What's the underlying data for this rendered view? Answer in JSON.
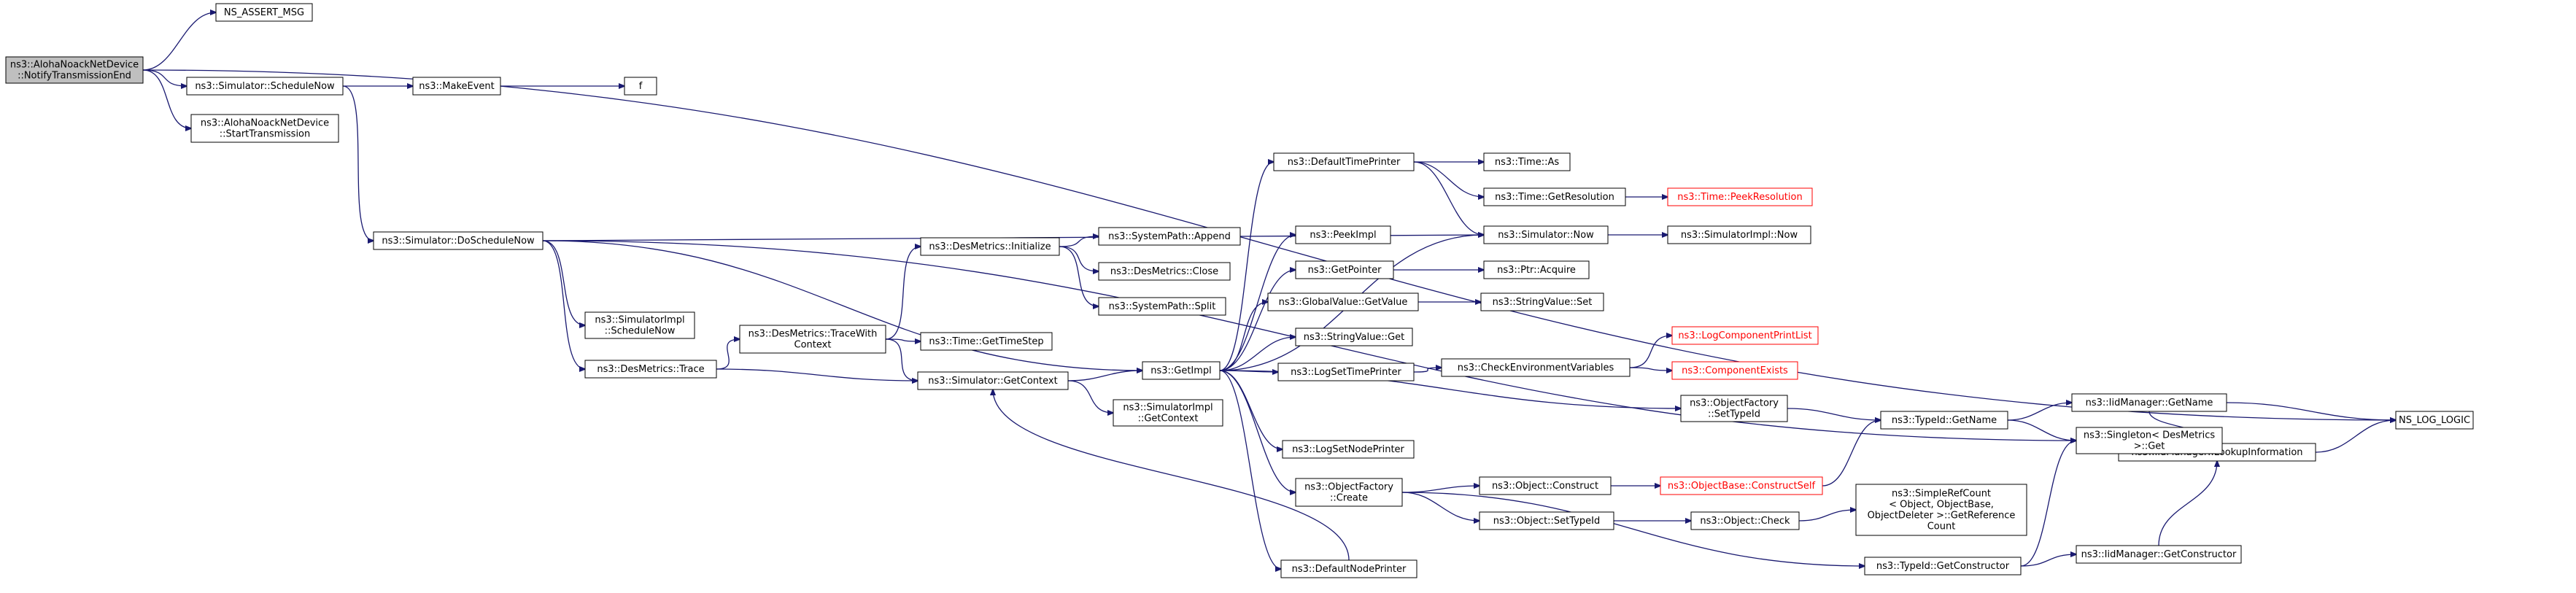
{
  "colors": {
    "edge": "#191970",
    "node_border": "#000000",
    "truncated_border": "#ff0000",
    "root_fill": "#bfbfbf"
  },
  "nodes": [
    {
      "id": "root",
      "lines": [
        "ns3::AlohaNoackNetDevice",
        "::NotifyTransmissionEnd"
      ],
      "root": true
    },
    {
      "id": "ns_assert_msg",
      "lines": [
        "NS_ASSERT_MSG"
      ]
    },
    {
      "id": "sim_schedulenow",
      "lines": [
        "ns3::Simulator::ScheduleNow"
      ]
    },
    {
      "id": "aloha_starttx",
      "lines": [
        "ns3::AlohaNoackNetDevice",
        "::StartTransmission"
      ]
    },
    {
      "id": "makeevent",
      "lines": [
        "ns3::MakeEvent"
      ]
    },
    {
      "id": "f",
      "lines": [
        "f"
      ]
    },
    {
      "id": "ns_log_logic",
      "lines": [
        "NS_LOG_LOGIC"
      ]
    },
    {
      "id": "sim_doschedulenow",
      "lines": [
        "ns3::Simulator::DoScheduleNow"
      ]
    },
    {
      "id": "simimpl_schedulenow",
      "lines": [
        "ns3::SimulatorImpl",
        "::ScheduleNow"
      ]
    },
    {
      "id": "desmetrics_trace",
      "lines": [
        "ns3::DesMetrics::Trace"
      ]
    },
    {
      "id": "desmetrics_tracewithcontext",
      "lines": [
        "ns3::DesMetrics::TraceWith",
        "Context"
      ]
    },
    {
      "id": "desmetrics_initialize",
      "lines": [
        "ns3::DesMetrics::Initialize"
      ]
    },
    {
      "id": "systempath_append",
      "lines": [
        "ns3::SystemPath::Append"
      ]
    },
    {
      "id": "desmetrics_close",
      "lines": [
        "ns3::DesMetrics::Close"
      ]
    },
    {
      "id": "systempath_split",
      "lines": [
        "ns3::SystemPath::Split"
      ]
    },
    {
      "id": "time_gettimestep",
      "lines": [
        "ns3::Time::GetTimeStep"
      ]
    },
    {
      "id": "sim_getcontext",
      "lines": [
        "ns3::Simulator::GetContext"
      ]
    },
    {
      "id": "simimpl_getcontext",
      "lines": [
        "ns3::SimulatorImpl",
        "::GetContext"
      ]
    },
    {
      "id": "getimpl",
      "lines": [
        "ns3::GetImpl"
      ]
    },
    {
      "id": "defaulttimeprinter",
      "lines": [
        "ns3::DefaultTimePrinter"
      ]
    },
    {
      "id": "time_as",
      "lines": [
        "ns3::Time::As"
      ]
    },
    {
      "id": "time_getresolution",
      "lines": [
        "ns3::Time::GetResolution"
      ]
    },
    {
      "id": "time_peekresolution",
      "lines": [
        "ns3::Time::PeekResolution"
      ],
      "truncated": true
    },
    {
      "id": "peekimpl",
      "lines": [
        "ns3::PeekImpl"
      ]
    },
    {
      "id": "sim_now",
      "lines": [
        "ns3::Simulator::Now"
      ]
    },
    {
      "id": "simimpl_now",
      "lines": [
        "ns3::SimulatorImpl::Now"
      ]
    },
    {
      "id": "getpointer",
      "lines": [
        "ns3::GetPointer"
      ]
    },
    {
      "id": "ptr_acquire",
      "lines": [
        "ns3::Ptr::Acquire"
      ]
    },
    {
      "id": "globalvalue_getvalue",
      "lines": [
        "ns3::GlobalValue::GetValue"
      ]
    },
    {
      "id": "stringvalue_set",
      "lines": [
        "ns3::StringValue::Set"
      ]
    },
    {
      "id": "stringvalue_get",
      "lines": [
        "ns3::StringValue::Get"
      ]
    },
    {
      "id": "logsettimeprinter",
      "lines": [
        "ns3::LogSetTimePrinter"
      ]
    },
    {
      "id": "checkenvvars",
      "lines": [
        "ns3::CheckEnvironmentVariables"
      ]
    },
    {
      "id": "logcomponentprintlist",
      "lines": [
        "ns3::LogComponentPrintList"
      ],
      "truncated": true
    },
    {
      "id": "componentexists",
      "lines": [
        "ns3::ComponentExists"
      ],
      "truncated": true
    },
    {
      "id": "objectfactory_settypeid",
      "lines": [
        "ns3::ObjectFactory",
        "::SetTypeId"
      ]
    },
    {
      "id": "typeid_getname",
      "lines": [
        "ns3::TypeId::GetName"
      ]
    },
    {
      "id": "iidmanager_getname",
      "lines": [
        "ns3::IidManager::GetName"
      ]
    },
    {
      "id": "iidmanager_lookupinfo",
      "lines": [
        "ns3::IidManager::LookupInformation"
      ]
    },
    {
      "id": "singleton_get",
      "lines": [
        "ns3::Singleton< DesMetrics",
        " >::Get"
      ]
    },
    {
      "id": "logsetnodeprinter",
      "lines": [
        "ns3::LogSetNodePrinter"
      ]
    },
    {
      "id": "object_construct",
      "lines": [
        "ns3::Object::Construct"
      ]
    },
    {
      "id": "objectbase_constructself",
      "lines": [
        "ns3::ObjectBase::ConstructSelf"
      ],
      "truncated": true
    },
    {
      "id": "objectfactory_create",
      "lines": [
        "ns3::ObjectFactory",
        "::Create"
      ]
    },
    {
      "id": "object_settypeid",
      "lines": [
        "ns3::Object::SetTypeId"
      ]
    },
    {
      "id": "object_check",
      "lines": [
        "ns3::Object::Check"
      ]
    },
    {
      "id": "simplerefcount",
      "lines": [
        "ns3::SimpleRefCount",
        "< Object, ObjectBase,",
        " ObjectDeleter >::GetReference",
        "Count"
      ]
    },
    {
      "id": "typeid_getconstructor",
      "lines": [
        "ns3::TypeId::GetConstructor"
      ]
    },
    {
      "id": "iidmanager_getconstructor",
      "lines": [
        "ns3::IidManager::GetConstructor"
      ]
    },
    {
      "id": "defaultnodeprinter",
      "lines": [
        "ns3::DefaultNodePrinter"
      ]
    }
  ],
  "edges": [
    {
      "from": "root",
      "to": "ns_assert_msg"
    },
    {
      "from": "root",
      "to": "sim_schedulenow"
    },
    {
      "from": "root",
      "to": "aloha_starttx"
    },
    {
      "from": "root",
      "to": "ns_log_logic"
    },
    {
      "from": "sim_schedulenow",
      "to": "makeevent"
    },
    {
      "from": "makeevent",
      "to": "f"
    },
    {
      "from": "sim_schedulenow",
      "to": "sim_doschedulenow"
    },
    {
      "from": "sim_doschedulenow",
      "to": "simimpl_schedulenow"
    },
    {
      "from": "sim_doschedulenow",
      "to": "desmetrics_trace"
    },
    {
      "from": "sim_doschedulenow",
      "to": "sim_now"
    },
    {
      "from": "sim_doschedulenow",
      "to": "getimpl"
    },
    {
      "from": "sim_doschedulenow",
      "to": "singleton_get"
    },
    {
      "from": "desmetrics_trace",
      "to": "desmetrics_tracewithcontext"
    },
    {
      "from": "desmetrics_trace",
      "to": "sim_getcontext"
    },
    {
      "from": "desmetrics_tracewithcontext",
      "to": "desmetrics_initialize"
    },
    {
      "from": "desmetrics_tracewithcontext",
      "to": "time_gettimestep"
    },
    {
      "from": "desmetrics_tracewithcontext",
      "to": "sim_getcontext"
    },
    {
      "from": "desmetrics_initialize",
      "to": "systempath_append"
    },
    {
      "from": "desmetrics_initialize",
      "to": "desmetrics_close"
    },
    {
      "from": "desmetrics_initialize",
      "to": "systempath_split"
    },
    {
      "from": "sim_getcontext",
      "to": "getimpl"
    },
    {
      "from": "sim_getcontext",
      "to": "simimpl_getcontext"
    },
    {
      "from": "getimpl",
      "to": "defaulttimeprinter"
    },
    {
      "from": "getimpl",
      "to": "peekimpl"
    },
    {
      "from": "getimpl",
      "to": "sim_now"
    },
    {
      "from": "getimpl",
      "to": "getpointer"
    },
    {
      "from": "getimpl",
      "to": "globalvalue_getvalue"
    },
    {
      "from": "getimpl",
      "to": "stringvalue_get"
    },
    {
      "from": "getimpl",
      "to": "logsettimeprinter"
    },
    {
      "from": "getimpl",
      "to": "objectfactory_settypeid"
    },
    {
      "from": "getimpl",
      "to": "logsetnodeprinter"
    },
    {
      "from": "getimpl",
      "to": "objectfactory_create"
    },
    {
      "from": "getimpl",
      "to": "defaultnodeprinter"
    },
    {
      "from": "defaulttimeprinter",
      "to": "time_as"
    },
    {
      "from": "defaulttimeprinter",
      "to": "time_getresolution"
    },
    {
      "from": "defaulttimeprinter",
      "to": "sim_now"
    },
    {
      "from": "time_getresolution",
      "to": "time_peekresolution"
    },
    {
      "from": "sim_now",
      "to": "simimpl_now"
    },
    {
      "from": "getpointer",
      "to": "ptr_acquire"
    },
    {
      "from": "globalvalue_getvalue",
      "to": "stringvalue_set"
    },
    {
      "from": "logsettimeprinter",
      "to": "checkenvvars"
    },
    {
      "from": "checkenvvars",
      "to": "logcomponentprintlist"
    },
    {
      "from": "checkenvvars",
      "to": "componentexists"
    },
    {
      "from": "objectfactory_settypeid",
      "to": "typeid_getname"
    },
    {
      "from": "typeid_getname",
      "to": "iidmanager_getname"
    },
    {
      "from": "typeid_getname",
      "to": "singleton_get"
    },
    {
      "from": "iidmanager_getname",
      "to": "iidmanager_lookupinfo"
    },
    {
      "from": "iidmanager_getname",
      "to": "ns_log_logic"
    },
    {
      "from": "iidmanager_lookupinfo",
      "to": "ns_log_logic"
    },
    {
      "from": "objectfactory_create",
      "to": "object_construct"
    },
    {
      "from": "objectfactory_create",
      "to": "object_settypeid"
    },
    {
      "from": "objectfactory_create",
      "to": "typeid_getconstructor"
    },
    {
      "from": "object_construct",
      "to": "objectbase_constructself"
    },
    {
      "from": "objectbase_constructself",
      "to": "typeid_getname"
    },
    {
      "from": "object_settypeid",
      "to": "object_check"
    },
    {
      "from": "object_check",
      "to": "simplerefcount"
    },
    {
      "from": "typeid_getconstructor",
      "to": "iidmanager_getconstructor"
    },
    {
      "from": "typeid_getconstructor",
      "to": "singleton_get"
    },
    {
      "from": "iidmanager_getconstructor",
      "to": "iidmanager_lookupinfo"
    },
    {
      "from": "defaultnodeprinter",
      "to": "sim_getcontext"
    }
  ]
}
